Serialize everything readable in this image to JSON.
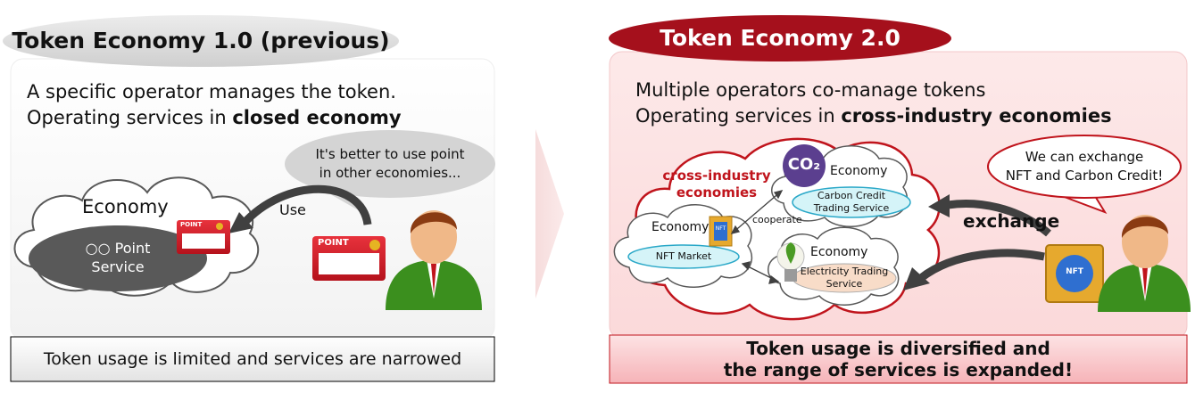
{
  "left": {
    "title": "Token Economy 1.0 (previous)",
    "desc_line1": "A specific operator manages the token.",
    "desc_line2_prefix": "Operating services in ",
    "desc_line2_bold": "closed economy",
    "bubble_line1": "It's better to use point",
    "bubble_line2": "in other economies...",
    "economy_label": "Economy",
    "service_line1": "○○ Point",
    "service_line2": "Service",
    "use_label": "Use",
    "card_label": "POINT",
    "footer": "Token usage is limited and services are narrowed"
  },
  "right": {
    "title": "Token Economy 2.0",
    "desc_line1": "Multiple operators co-manage tokens",
    "desc_line2_prefix": "Operating services in ",
    "desc_line2_bold": "cross-industry economies",
    "cross_line1": "cross-industry",
    "cross_line2": "economies",
    "co2_label": "CO₂",
    "economy_label": "Economy",
    "carbon_line1": "Carbon Credit",
    "carbon_line2": "Trading Service",
    "cooperate_label": "cooperate",
    "nft_market": "NFT Market",
    "electricity_line1": "Electricity Trading",
    "electricity_line2": "Service",
    "exchange_label": "exchange",
    "bubble_line1": "We can exchange",
    "bubble_line2": "NFT and Carbon Credit!",
    "nft_badge": "NFT",
    "footer_line1": "Token usage is diversified and",
    "footer_line2": "the range of services is expanded!"
  },
  "colors": {
    "accent_red": "#a5101c",
    "panel_pink": "#fde8e8",
    "footer_pink": "#f9c9cc",
    "grey_title": "#d9d9d9",
    "service_grey": "#595959",
    "teal_pill": "#d5f4f8",
    "peach_pill": "#f8dcc8",
    "nft_gold": "#e6a92e",
    "nft_blue": "#2f6fd0"
  },
  "icons": [
    "speech-bubble-icon",
    "point-card-icon",
    "person-icon",
    "cloud-icon",
    "co2-icon",
    "lightbulb-icon",
    "nft-frame-icon",
    "arrow-icon"
  ]
}
